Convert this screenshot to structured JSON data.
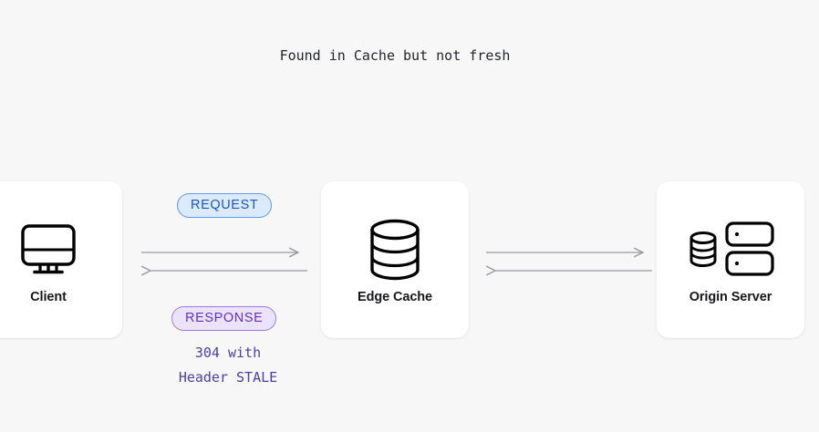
{
  "diagram": {
    "title_note": "Found in Cache but not fresh",
    "background_color": "#f7f7f8",
    "nodes": [
      {
        "id": "client",
        "label": "Client",
        "icon": "desktop-monitor-icon"
      },
      {
        "id": "edge-cache",
        "label": "Edge Cache",
        "icon": "database-cylinder-icon"
      },
      {
        "id": "origin-server",
        "label": "Origin Server",
        "icon": "server-rack-icon"
      }
    ],
    "badges": [
      {
        "id": "request",
        "label": "REQUEST",
        "fill": "#dbeafe",
        "border": "#5b9bf0",
        "text_color": "#1b56c4"
      },
      {
        "id": "response",
        "label": "RESPONSE",
        "fill": "#ebe3fb",
        "border": "#9b7ae0",
        "text_color": "#6430c4"
      }
    ],
    "response_detail": "304 with\nHeader STALE",
    "response_detail_color": "#4b3fa8",
    "connectors": [
      {
        "id": "client-to-edge",
        "direction": "right",
        "style": "solid",
        "color": "#9a9aa0"
      },
      {
        "id": "edge-to-client",
        "direction": "left",
        "style": "solid",
        "color": "#9a9aa0"
      },
      {
        "id": "edge-to-origin",
        "direction": "right",
        "style": "solid",
        "color": "#9a9aa0"
      },
      {
        "id": "origin-to-edge",
        "direction": "left",
        "style": "solid",
        "color": "#9a9aa0"
      },
      {
        "id": "note-to-edge",
        "direction": "down",
        "style": "dashed",
        "color": "#3a3a40"
      }
    ]
  }
}
